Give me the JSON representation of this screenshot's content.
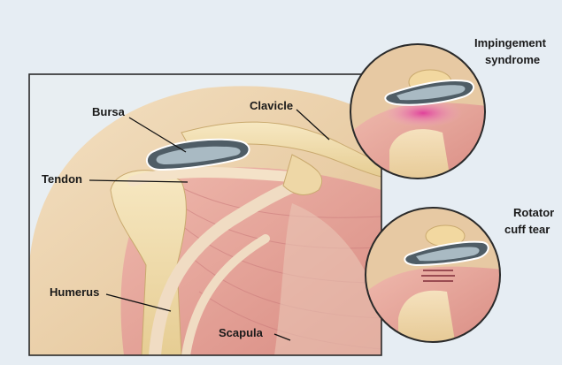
{
  "labels": {
    "bursa": "Bursa",
    "clavicle": "Clavicle",
    "tendon": "Tendon",
    "humerus": "Humerus",
    "scapula": "Scapula",
    "impingement_line1": "Impingement",
    "impingement_line2": "syndrome",
    "rotator_line1": "Rotator",
    "rotator_line2": "cuff tear"
  },
  "colors": {
    "background": "#e6edf3",
    "frame": "#2a2a2a",
    "skin": "#e9cfa8",
    "muscle": "#e4a7a0",
    "bone": "#f1dcaa",
    "bursa": "#9fb0ba",
    "inflammation": "#e05aa0"
  }
}
